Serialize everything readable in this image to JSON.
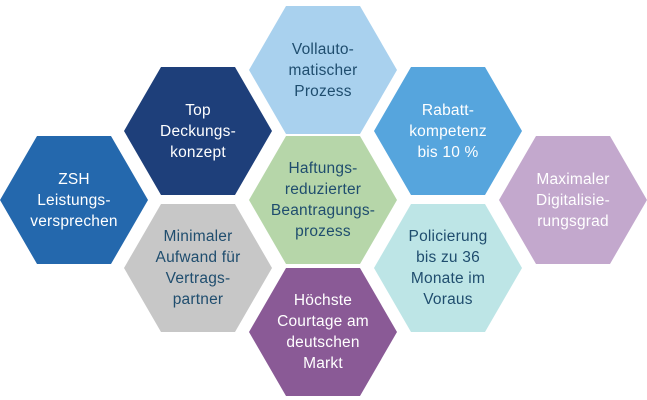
{
  "colors": {
    "sky": "#a9d1ee",
    "navy": "#1e3f7a",
    "azure": "#56a5dd",
    "blue": "#2468ad",
    "sage": "#b6d6a9",
    "lavender": "#c3a8cd",
    "gray": "#c7c7c7",
    "aqua": "#bde5e6",
    "plum": "#8a5a96",
    "text_dark": "#1f4d6e",
    "text_light": "#ffffff"
  },
  "hexagons": [
    {
      "id": "vollautomatisch",
      "label": "Vollauto-\nmatischer\nProzess",
      "color": "sky"
    },
    {
      "id": "deckungskonzept",
      "label": "Top\nDeckungs-\nkonzept",
      "color": "navy"
    },
    {
      "id": "rabatt",
      "label": "Rabatt-\nkompetenz\nbis 10 %",
      "color": "azure"
    },
    {
      "id": "zsh",
      "label": "ZSH\nLeistungs-\nversprechen",
      "color": "blue"
    },
    {
      "id": "haftung",
      "label": "Haftungs-\nreduzierter\nBeantragungs-\nprozess",
      "color": "sage"
    },
    {
      "id": "digitalisierung",
      "label": "Maximaler\nDigitalisie-\nrungsgrad",
      "color": "lavender"
    },
    {
      "id": "aufwand",
      "label": "Minimaler\nAufwand für\nVertrags-\npartner",
      "color": "gray"
    },
    {
      "id": "policierung",
      "label": "Policierung\nbis zu 36\nMonate im\nVoraus",
      "color": "aqua"
    },
    {
      "id": "courtage",
      "label": "Höchste\nCourtage am\ndeutschen\nMarkt",
      "color": "plum"
    }
  ]
}
